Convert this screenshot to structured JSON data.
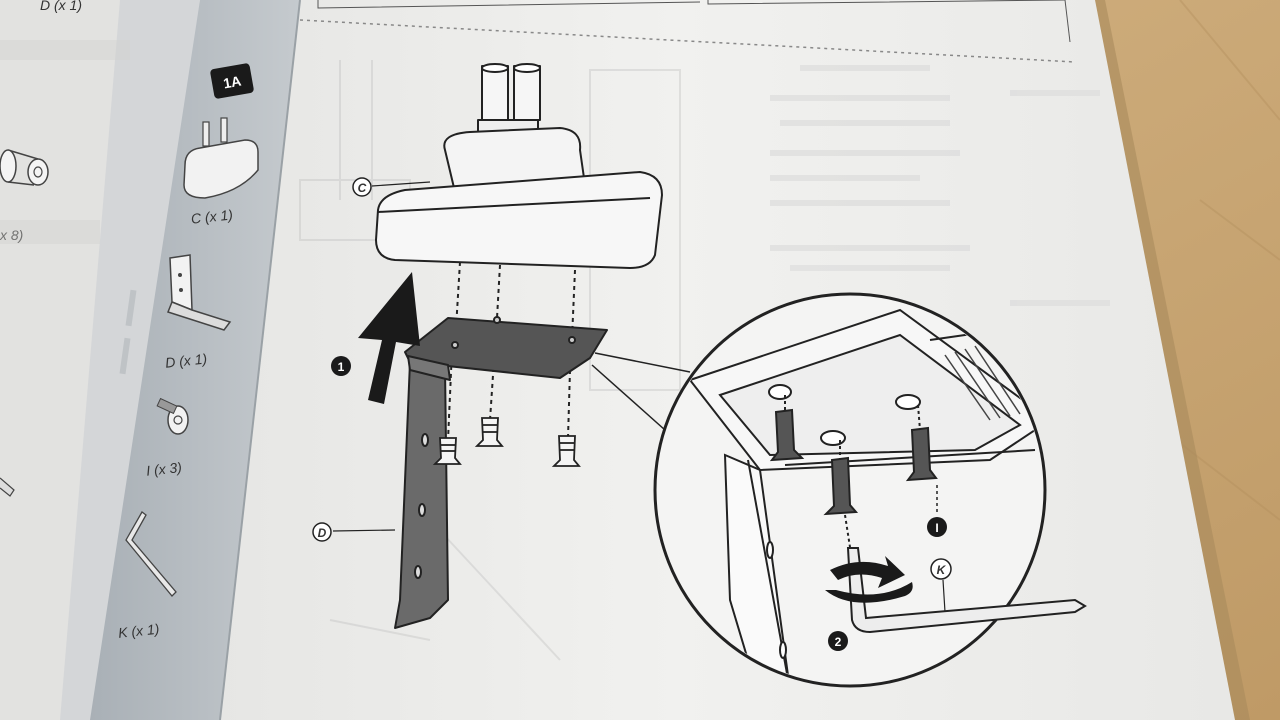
{
  "step_badge": "1A",
  "parts": [
    {
      "label": "D (x 1)"
    },
    {
      "label": "C (x 1)"
    },
    {
      "label": "x 8)"
    },
    {
      "label": "D (x 1)"
    },
    {
      "label": "I (x 3)"
    },
    {
      "label": "K (x 1)"
    }
  ],
  "callouts": {
    "c": "C",
    "d": "D",
    "i": "I",
    "k": "K",
    "step1": "1",
    "step2": "2"
  },
  "colors": {
    "paper": "#efefed",
    "sidebar": "#b9bfc4",
    "wood": "#c9a877",
    "ink": "#222222"
  }
}
